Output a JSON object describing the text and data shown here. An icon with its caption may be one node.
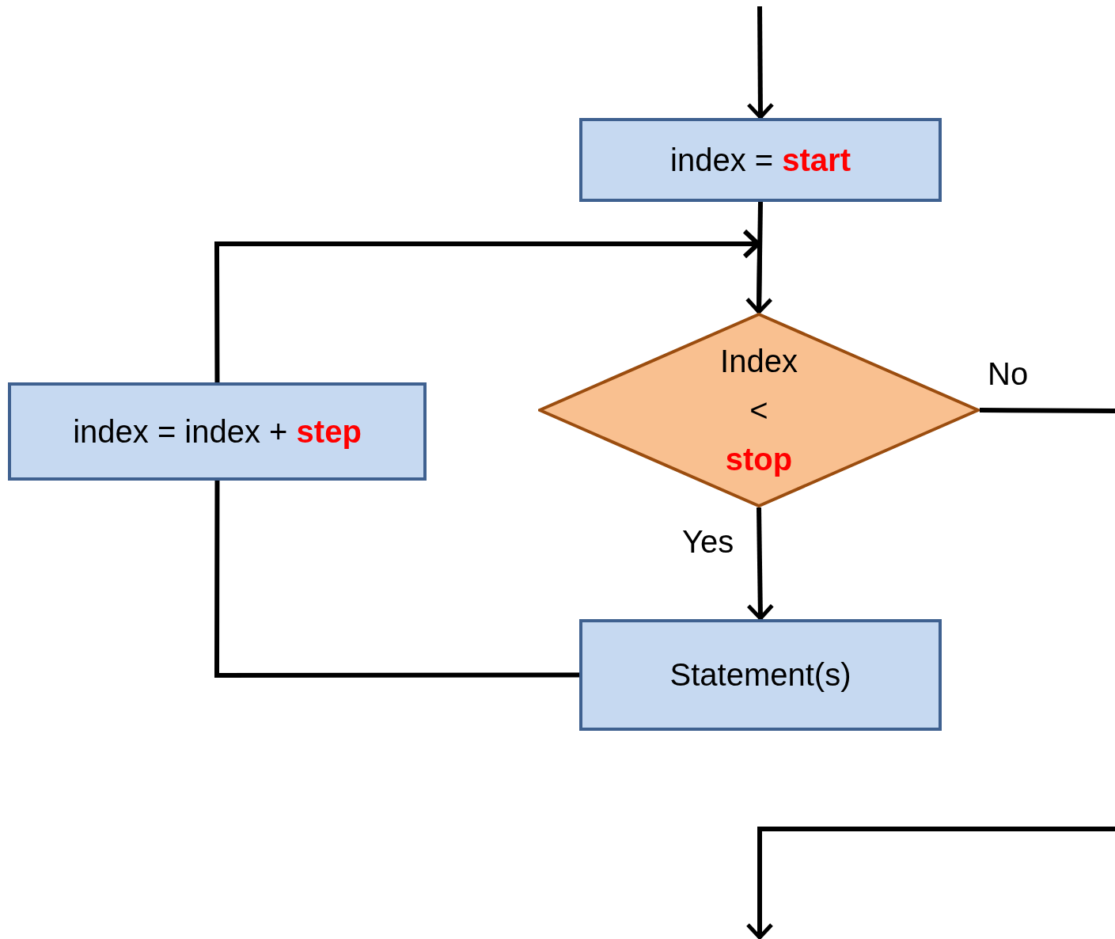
{
  "diagram": {
    "nodes": [
      {
        "text": [
          "index = **start**"
        ]
      },
      {
        "text": [
          "Index < **stop**"
        ]
      },
      {
        "text": [
          "Statement(s)"
        ]
      },
      {
        "text": [
          "index = index + **step**"
        ]
      }
    ],
    "edges": [
      {
        "from": null,
        "to": 0,
        "arrow": "to"
      },
      {
        "from": 0,
        "to": 1,
        "arrow": "to"
      },
      {
        "from": 3,
        "to": 1,
        "arrow": "to"
      },
      {
        "from": 1,
        "to": 2,
        "arrow": "to",
        "label": "Yes"
      },
      {
        "from": 2,
        "to": 3,
        "arrow": "none"
      },
      {
        "from": 1,
        "to": null,
        "arrow": "none",
        "label": "No"
      }
    ]
  }
}
